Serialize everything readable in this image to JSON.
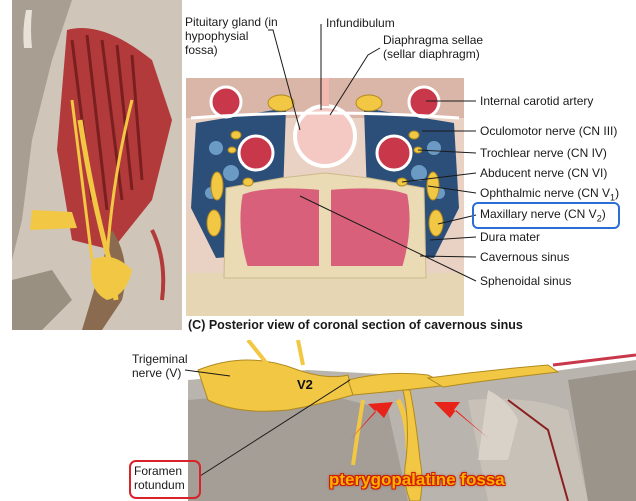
{
  "labels": {
    "pituitary": "Pituitary gland (in hypophysial fossa)",
    "infundibulum": "Infundibulum",
    "diaphragma": "Diaphragma sellae (sellar diaphragm)",
    "internal_carotid": "Internal carotid artery",
    "oculomotor": "Oculomotor nerve (CN III)",
    "trochlear": "Trochlear nerve (CN IV)",
    "abducent": "Abducent nerve (CN VI)",
    "ophthalmic": "Ophthalmic nerve (CN V",
    "ophthalmic_sub": "1",
    "ophthalmic_end": ")",
    "maxillary": "Maxillary nerve (CN V",
    "maxillary_sub": "2",
    "maxillary_end": ")",
    "dura": "Dura mater",
    "cavernous": "Cavernous sinus",
    "sphenoidal": "Sphenoidal sinus",
    "caption": "(C) Posterior view of coronal section of cavernous sinus",
    "trigeminal": "Trigeminal nerve (V)",
    "v2": "V2",
    "foramen": "Foramen rotundum",
    "fossa": "pterygopalatine fossa"
  },
  "colors": {
    "highlight_box": "#2b6fd6",
    "foramen_box": "#d9222a",
    "arrow": "#e8231a",
    "fossa_text": "#ffb000",
    "nerve": "#f2c744",
    "artery": "#c8384a",
    "venous_sinus": "#2c4f7a",
    "sinus_mucosa": "#d9607a"
  }
}
